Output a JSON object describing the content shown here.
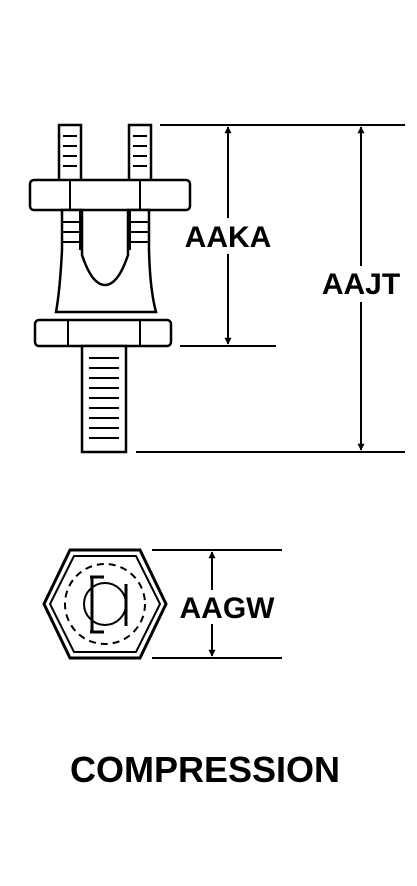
{
  "dimensions": {
    "aaka": "AAKA",
    "aajt": "AAJT",
    "aagw": "AAGW"
  },
  "caption": "COMPRESSION"
}
